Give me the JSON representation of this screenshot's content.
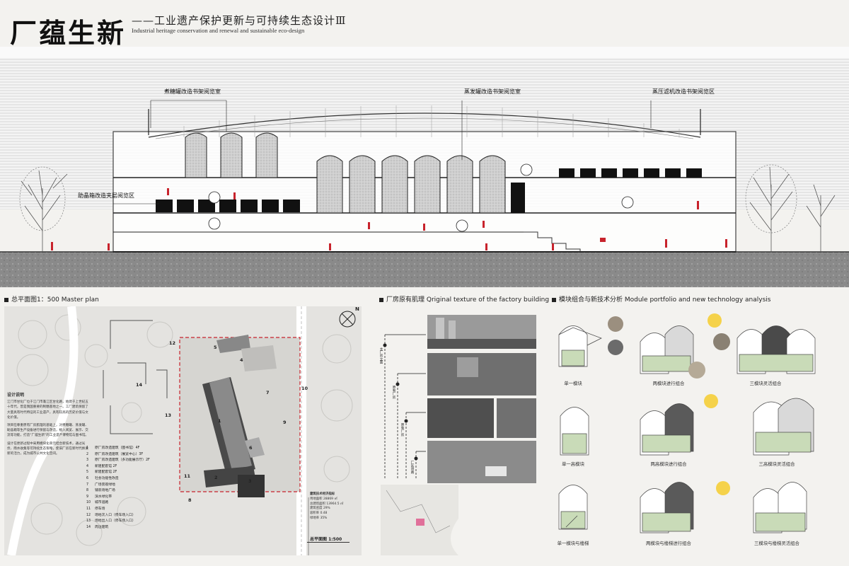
{
  "header": {
    "title": "厂蕴生新",
    "subtitle": "——工业遗产保护更新与可持续生态设计Ⅲ",
    "subtitle_en": "Industrial heritage conservation and renewal and sustainable eco-design"
  },
  "section": {
    "labels": {
      "boiling_tank": "煮糖罐改造书架阅览室",
      "evaporator_tank": "蒸发罐改造书架阅览室",
      "press_filter": "蒸压滤机改造书架阅览区",
      "mezzanine": "助晶箱改造夹层阅览区"
    }
  },
  "master_plan": {
    "header": "总平面图1：500  Master plan",
    "compass": "N",
    "numbers": [
      "12",
      "5",
      "4",
      "14",
      "7",
      "1",
      "13",
      "9",
      "6",
      "2",
      "3",
      "11",
      "8",
      "10"
    ],
    "design_notes_title": "设计说明",
    "design_notes_p1": "江门市甘化厂位于江门市蓬江区甘化路，始建于上世纪五十年代，曾是我国重要的制糖基地之一。工厂建筑保留了大量具有时代特征的工业遗产，具有较高的历史价值与文化价值。",
    "design_notes_p2": "项目在尊重原有厂房肌理的基础上，对煮糖罐、蒸发罐、助晶箱等生产设备进行保留与改造，植入阅览、展示、交流等功能，打造“厂蕴生新”的工业遗产博物馆与图书馆。",
    "design_notes_p3": "设计在更新过程中采用模块化单元结合新技术，通过光伏、雨水收集等可持续生态策略，使旧厂房在新时代焕发新的活力，成为城市公共文化空间。",
    "legend": [
      {
        "n": "1",
        "text": "原厂房改造建筑（图书馆）4F"
      },
      {
        "n": "2",
        "text": "原厂房改造建筑（展览中心）3F"
      },
      {
        "n": "3",
        "text": "原厂房改造建筑（多功能展示厅）2F"
      },
      {
        "n": "4",
        "text": "新建配套馆 2F"
      },
      {
        "n": "5",
        "text": "新建配套馆 2F"
      },
      {
        "n": "6",
        "text": "社会功能性改造"
      },
      {
        "n": "7",
        "text": "广场景观绿地"
      },
      {
        "n": "8",
        "text": "铺装场地广场"
      },
      {
        "n": "9",
        "text": "滨水绿化带"
      },
      {
        "n": "10",
        "text": "城市道路"
      },
      {
        "n": "11",
        "text": "停车场"
      },
      {
        "n": "12",
        "text": "场地次入口（停车场入口）"
      },
      {
        "n": "13",
        "text": "场地出入口（停车场入口）"
      },
      {
        "n": "14",
        "text": "周边建筑"
      }
    ],
    "stats_title": "建筑技术经济指标",
    "stats": [
      "用地面积 28869 ㎡",
      "总建筑面积 13964.5 ㎡",
      "建筑密度 29%",
      "容积率 0.48",
      "绿地率 35%"
    ],
    "plan_label": "总平面图  1:500"
  },
  "texture": {
    "header": "厂房原有肌理  Qriginal texture of the factory building",
    "labels": [
      "主厂房立面",
      "原有厂房",
      "原有厂房",
      "厂区道路"
    ]
  },
  "modules": {
    "header": "模块组合与新技术分析  Module portfolio and new technology analysis",
    "captions": [
      "单一模块",
      "两模块进行组合",
      "三模块灵活组合",
      "单一高模块",
      "两高模块进行组合",
      "三高模块灵活组合",
      "单一模块与楼梯",
      "两模块与楼梯进行组合",
      "三模块与楼梯灵活组合"
    ]
  }
}
